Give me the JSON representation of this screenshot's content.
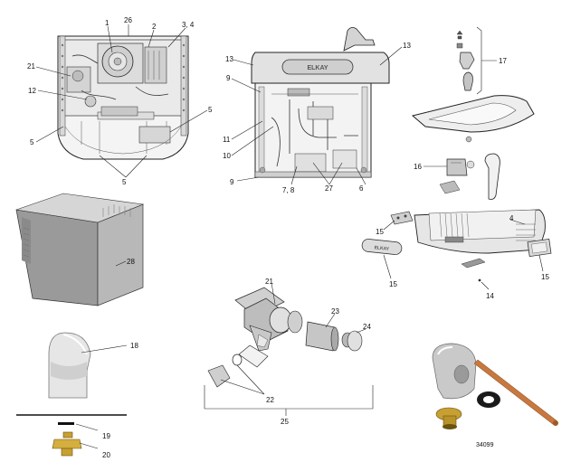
{
  "diagram": {
    "labels": {
      "l1": "1",
      "l26": "26",
      "l2": "2",
      "l34": "3, 4",
      "l21a": "21",
      "l12": "12",
      "l5a": "5",
      "l5b": "5",
      "l5c": "5",
      "l13a": "13",
      "l13b": "13",
      "l9a": "9",
      "l9b": "9",
      "l11": "11",
      "l10": "10",
      "l78": "7, 8",
      "l27": "27",
      "l6": "6",
      "l17": "17",
      "l16": "16",
      "l4": "4",
      "l15a": "15",
      "l15b": "15",
      "l15c": "15",
      "l14": "14",
      "l28": "28",
      "l21b": "21",
      "l23": "23",
      "l24": "24",
      "l22": "22",
      "l25": "25",
      "l18": "18",
      "l19": "19",
      "l20": "20",
      "part_number": "34099"
    },
    "logo_text": "ELKAY",
    "logo_text_small": "ELKAY"
  }
}
